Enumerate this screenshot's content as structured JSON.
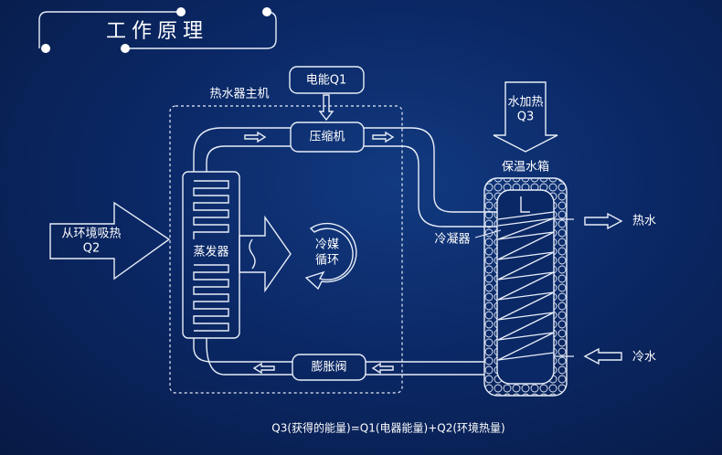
{
  "title": "工作原理",
  "labels": {
    "host": "热水器主机",
    "electric": "电能Q1",
    "compressor": "压缩机",
    "evaporator": "蒸发器",
    "ambient_line1": "从环境吸热",
    "ambient_line2": "Q2",
    "refrigerant_line1": "冷媒",
    "refrigerant_line2": "循环",
    "valve": "膨胀阀",
    "tank": "保温水箱",
    "water_heat_line1": "水加热",
    "water_heat_line2": "Q3",
    "condenser": "冷凝器",
    "hot_water": "热水",
    "cold_water": "冷水"
  },
  "formula": "Q3(获得的能量)=Q1(电器能量)+Q2(环境热量)"
}
